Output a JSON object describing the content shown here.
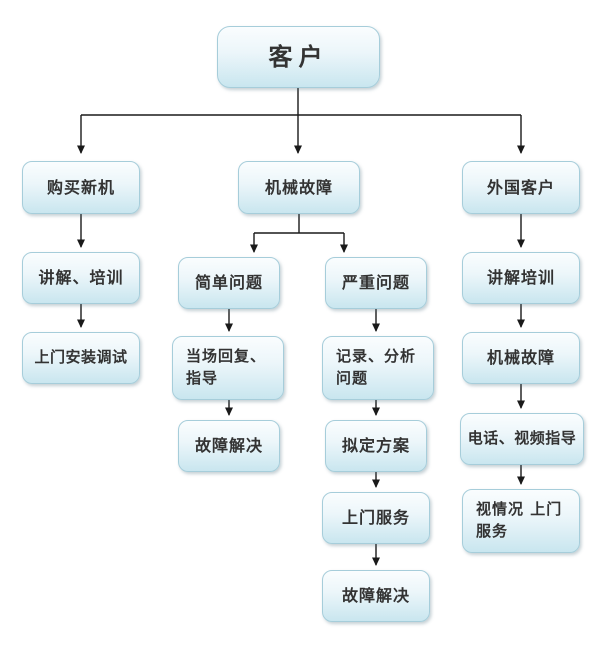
{
  "diagram": {
    "title": "customer service flowchart",
    "nodes": {
      "customer": "客户",
      "buy_new_machine": "购买新机",
      "mechanical_failure": "机械故障",
      "foreign_customer": "外国客户",
      "explain_training": "讲解、培训",
      "onsite_install_debug": "上门安装调试",
      "simple_problem": "简单问题",
      "serious_problem": "严重问题",
      "onspot_reply_guidance": "当场回复、指导",
      "fault_resolved_simple": "故障解决",
      "record_analyze_problem": "记录、分析问题",
      "draft_plan": "拟定方案",
      "onsite_service": "上门服务",
      "fault_resolved_serious": "故障解决",
      "explain_training_foreign": "讲解培训",
      "mechanical_failure_foreign": "机械故障",
      "phone_video_guidance": "电话、视频指导",
      "onsite_service_as_needed": "视情况 上门服务"
    },
    "edges": [
      [
        "customer",
        "buy_new_machine"
      ],
      [
        "customer",
        "mechanical_failure"
      ],
      [
        "customer",
        "foreign_customer"
      ],
      [
        "buy_new_machine",
        "explain_training"
      ],
      [
        "explain_training",
        "onsite_install_debug"
      ],
      [
        "mechanical_failure",
        "simple_problem"
      ],
      [
        "mechanical_failure",
        "serious_problem"
      ],
      [
        "simple_problem",
        "onspot_reply_guidance"
      ],
      [
        "onspot_reply_guidance",
        "fault_resolved_simple"
      ],
      [
        "serious_problem",
        "record_analyze_problem"
      ],
      [
        "record_analyze_problem",
        "draft_plan"
      ],
      [
        "draft_plan",
        "onsite_service"
      ],
      [
        "onsite_service",
        "fault_resolved_serious"
      ],
      [
        "foreign_customer",
        "explain_training_foreign"
      ],
      [
        "explain_training_foreign",
        "mechanical_failure_foreign"
      ],
      [
        "mechanical_failure_foreign",
        "phone_video_guidance"
      ],
      [
        "phone_video_guidance",
        "onsite_service_as_needed"
      ]
    ],
    "colors": {
      "background": "#ffffff",
      "box_fill_top": "#fafdfe",
      "box_fill_bottom": "#c9e6ef",
      "box_border": "#a6cdda",
      "arrow": "#1a1a1a",
      "text": "#333333"
    }
  }
}
